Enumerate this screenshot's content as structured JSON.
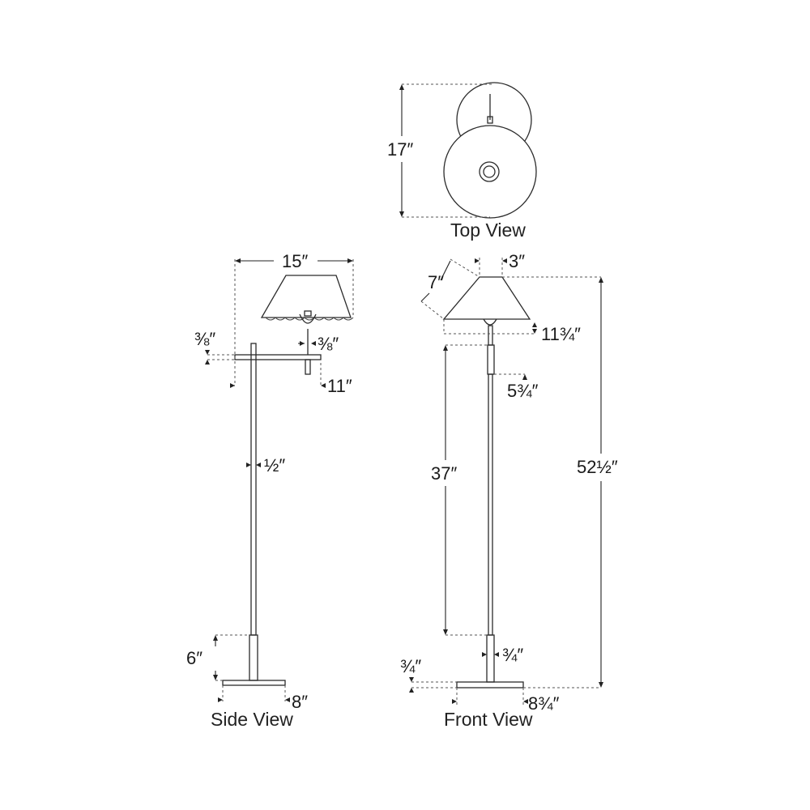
{
  "views": {
    "top": "Top View",
    "side": "Side View",
    "front": "Front View"
  },
  "dimensions": {
    "top_depth": "17″",
    "side_shade_width": "15″",
    "side_arm_thickness": "⅜″",
    "side_stem": "⅜″",
    "side_arm_reach": "11″",
    "side_pole": "½″",
    "side_base_height": "6″",
    "side_base_width": "8″",
    "front_shade_slant": "7″",
    "front_top_width": "3″",
    "front_shade_height": "11¾″",
    "front_stem": "5¾″",
    "front_pole_height": "37″",
    "front_overall_height": "52½″",
    "front_pole_width": "¾″",
    "front_base_thickness": "¾″",
    "front_base_width": "8¾″"
  },
  "colors": {
    "line": "#2b2b2b",
    "text": "#1a1a1a",
    "background": "#ffffff"
  }
}
